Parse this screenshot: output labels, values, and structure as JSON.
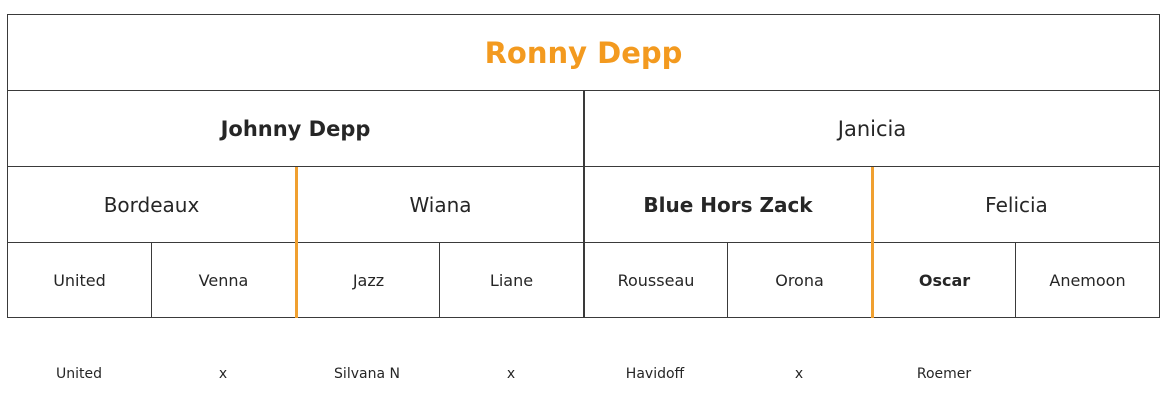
{
  "title": "Ronny Depp",
  "sire": "Johnny Depp",
  "dam": "Janicia",
  "grandparents": [
    "Bordeaux",
    "Wiana",
    "Blue Hors Zack",
    "Felicia"
  ],
  "great_grandparents": [
    "United",
    "Venna",
    "Jazz",
    "Liane",
    "Rousseau",
    "Orona",
    "Oscar",
    "Anemoon"
  ],
  "footer": [
    "United",
    "x",
    "Silvana N",
    "x",
    "Havidoff",
    "x",
    "Roemer"
  ],
  "colors": {
    "accent": "#f39a1f",
    "border": "#3a3a3a",
    "text": "#262626"
  }
}
